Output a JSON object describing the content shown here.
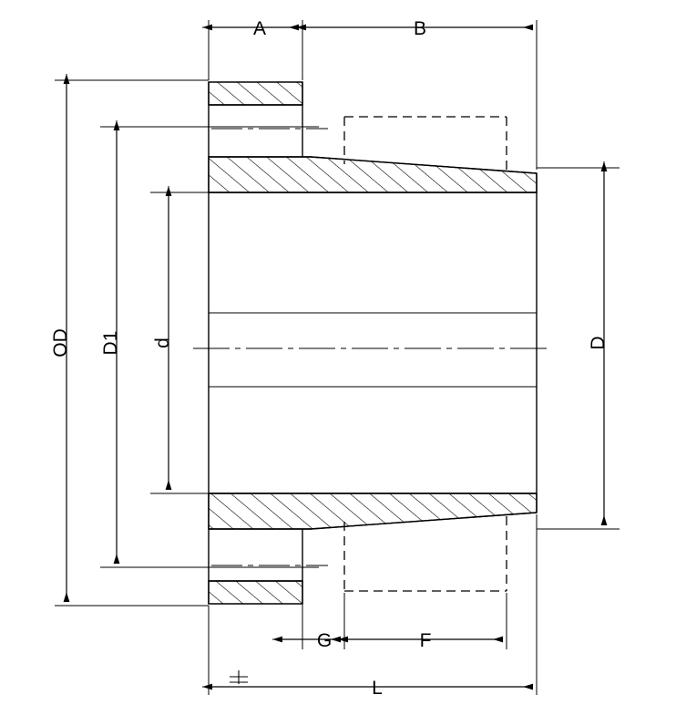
{
  "drawing": {
    "title": "",
    "type": "engineering-cross-section",
    "description": "Sectional technical drawing of a taper bush / hub with hatched cross-section and dimension callouts",
    "colors": {
      "line": "#000000",
      "background": "#ffffff",
      "hatch": "#000000"
    },
    "dimension_labels": {
      "A": "A",
      "B": "B",
      "OD": "OD",
      "D1": "D1",
      "d": "d",
      "D": "D",
      "G": "G",
      "F": "F",
      "L": "L"
    }
  }
}
